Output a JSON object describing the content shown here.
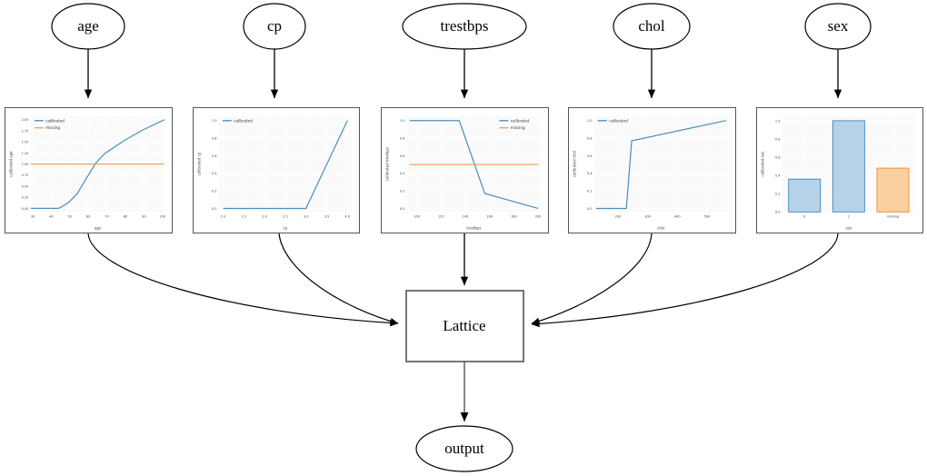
{
  "graph": {
    "input_nodes": [
      {
        "id": "age",
        "label": "age"
      },
      {
        "id": "cp",
        "label": "cp"
      },
      {
        "id": "trestbps",
        "label": "trestbps"
      },
      {
        "id": "chol",
        "label": "chol"
      },
      {
        "id": "sex",
        "label": "sex"
      }
    ],
    "model_node": {
      "id": "lattice",
      "label": "Lattice",
      "shape": "box"
    },
    "output_node": {
      "id": "output",
      "label": "output",
      "shape": "ellipse"
    }
  },
  "colors": {
    "calibrated": "#4c8fc0",
    "missing": "#f5a259",
    "bar_fill_blue": "#b6d2e8",
    "bar_edge_blue": "#3b85bd",
    "bar_fill_orange": "#fbd0a0",
    "bar_edge_orange": "#f08a2e",
    "edge": "#000000",
    "frame": "#555555"
  },
  "chart_data": [
    {
      "id": "age",
      "type": "line",
      "title": "",
      "xlabel": "age",
      "ylabel": "calibrated age",
      "xlim": [
        29,
        101
      ],
      "ylim": [
        -0.08,
        2.08
      ],
      "xticks": [
        30,
        40,
        50,
        60,
        70,
        80,
        90,
        100
      ],
      "yticks": [
        0.0,
        0.25,
        0.5,
        0.75,
        1.0,
        1.25,
        1.5,
        1.75,
        2.0
      ],
      "ytick_labels": [
        "0.00",
        "0.25",
        "0.50",
        "0.75",
        "1.00",
        "1.25",
        "1.50",
        "1.75",
        "2.00"
      ],
      "grid": true,
      "legend": [
        "calibrated",
        "missing"
      ],
      "legend_position": "upper left",
      "series": [
        {
          "name": "calibrated",
          "color": "#4c8fc0",
          "x": [
            29,
            44,
            49,
            54,
            59,
            64,
            69,
            79,
            89,
            101
          ],
          "y": [
            0.0,
            0.0,
            0.12,
            0.33,
            0.68,
            1.02,
            1.24,
            1.52,
            1.76,
            2.0
          ]
        },
        {
          "name": "missing",
          "color": "#f5a259",
          "x": [
            29,
            101
          ],
          "y": [
            1.0,
            1.0
          ]
        }
      ]
    },
    {
      "id": "cp",
      "type": "line",
      "title": "",
      "xlabel": "cp",
      "ylabel": "calibrated cp",
      "xlim": [
        0.9,
        4.1
      ],
      "ylim": [
        -0.04,
        1.05
      ],
      "xticks": [
        1.0,
        1.5,
        2.0,
        2.5,
        3.0,
        3.5,
        4.0
      ],
      "xtick_labels": [
        "1.0",
        "1.5",
        "2.0",
        "2.5",
        "3.0",
        "3.5",
        "4.0"
      ],
      "yticks": [
        0.0,
        0.2,
        0.4,
        0.6,
        0.8,
        1.0
      ],
      "ytick_labels": [
        "0.0",
        "0.2",
        "0.4",
        "0.6",
        "0.8",
        "1.0"
      ],
      "grid": true,
      "legend": [
        "calibrated"
      ],
      "legend_position": "upper left",
      "series": [
        {
          "name": "calibrated",
          "color": "#4c8fc0",
          "x": [
            1.0,
            2.0,
            3.0,
            4.0
          ],
          "y": [
            0.0,
            0.0,
            0.0,
            1.0
          ]
        }
      ]
    },
    {
      "id": "trestbps",
      "type": "line",
      "title": "",
      "xlabel": "trestbps",
      "ylabel": "calibrated trestbps",
      "xlim": [
        92,
        202
      ],
      "ylim": [
        -0.04,
        1.05
      ],
      "xticks": [
        100,
        120,
        140,
        160,
        180,
        200
      ],
      "yticks": [
        0.0,
        0.2,
        0.4,
        0.6,
        0.8,
        1.0
      ],
      "ytick_labels": [
        "0.0",
        "0.2",
        "0.4",
        "0.6",
        "0.8",
        "1.0"
      ],
      "grid": true,
      "legend": [
        "calibrated",
        "missing"
      ],
      "legend_position": "upper right",
      "series": [
        {
          "name": "calibrated",
          "color": "#4c8fc0",
          "x": [
            94,
            135,
            156,
            200
          ],
          "y": [
            1.0,
            1.0,
            0.17,
            0.0
          ]
        },
        {
          "name": "missing",
          "color": "#f5a259",
          "x": [
            94,
            200
          ],
          "y": [
            0.5,
            0.5
          ]
        }
      ]
    },
    {
      "id": "chol",
      "type": "line",
      "title": "",
      "xlabel": "chol",
      "ylabel": "calibrated chol",
      "xlim": [
        120,
        570
      ],
      "ylim": [
        -0.04,
        1.05
      ],
      "xticks": [
        200,
        300,
        400,
        500
      ],
      "yticks": [
        0.0,
        0.2,
        0.4,
        0.6,
        0.8,
        1.0
      ],
      "ytick_labels": [
        "0.0",
        "0.2",
        "0.4",
        "0.6",
        "0.8",
        "1.0"
      ],
      "grid": true,
      "legend": [
        "calibrated"
      ],
      "legend_position": "upper left",
      "series": [
        {
          "name": "calibrated",
          "color": "#4c8fc0",
          "x": [
            126,
            228,
            246,
            564
          ],
          "y": [
            0.0,
            0.0,
            0.77,
            1.0
          ]
        }
      ]
    },
    {
      "id": "sex",
      "type": "bar",
      "title": "",
      "xlabel": "sex",
      "ylabel": "calibrated sex",
      "categories": [
        "0",
        "1",
        "missing"
      ],
      "values": [
        0.36,
        1.0,
        0.48
      ],
      "bar_colors": [
        "#b6d2e8",
        "#b6d2e8",
        "#fbd0a0"
      ],
      "bar_edge_colors": [
        "#3b85bd",
        "#3b85bd",
        "#f08a2e"
      ],
      "ylim": [
        0,
        1.05
      ],
      "yticks": [
        0.0,
        0.2,
        0.4,
        0.6,
        0.8,
        1.0
      ],
      "ytick_labels": [
        "0.0",
        "0.2",
        "0.4",
        "0.6",
        "0.8",
        "1.0"
      ],
      "grid": true,
      "legend": []
    }
  ]
}
